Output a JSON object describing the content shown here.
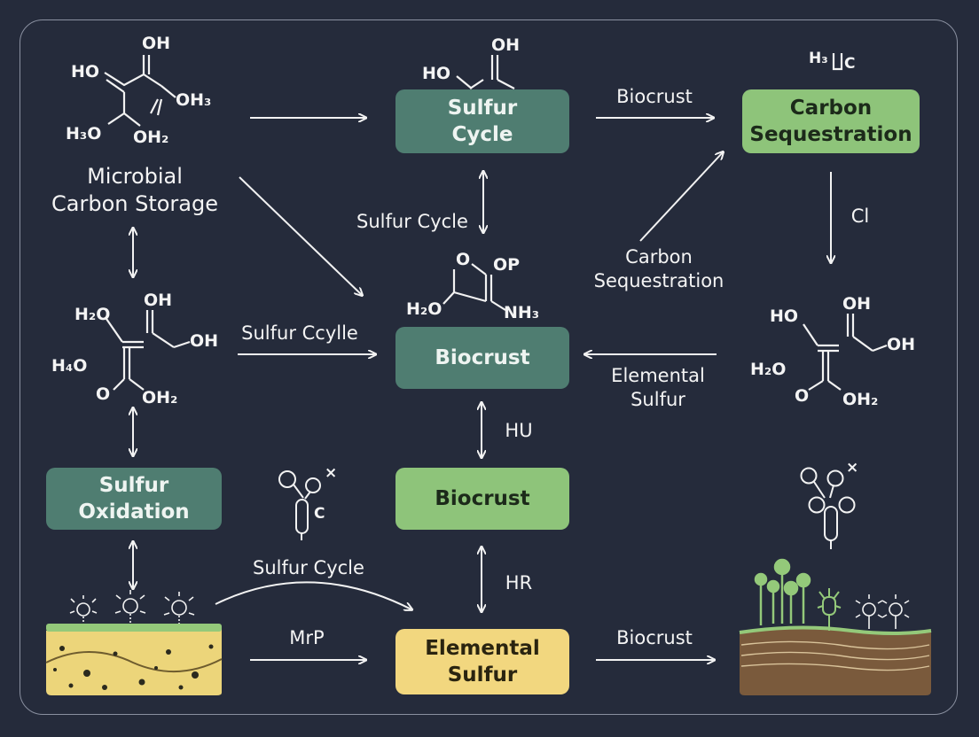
{
  "nodes": {
    "sulfur_cycle": "Sulfur\nCycle",
    "carbon_sequestration": "Carbon\nSequestration",
    "biocrust_mid": "Biocrust",
    "biocrust_low": "Biocrust",
    "sulfur_oxidation": "Sulfur\nOxidation",
    "elemental_sulfur": "Elemental\nSulfur",
    "microbial_carbon_storage": "Microbial\nCarbon Storage"
  },
  "edges": {
    "top_right": "Biocrust",
    "sulfur_cycle_vertical": "Sulfur Cycle",
    "carbon_seq_diagonal": "Carbon\nSequestration",
    "cl": "Cl",
    "sulfur_ccylle": "Sulfur Ccylle",
    "elemental_sulfur_left": "Elemental\nSulfur",
    "hu": "HU",
    "hr": "HR",
    "sulfur_cycle_curve": "Sulfur Cycle",
    "mrp": "MrP",
    "bottom_right": "Biocrust"
  },
  "molecules": {
    "top_left": [
      "OH",
      "HO",
      "OH₃",
      "H₃O",
      "OH₂"
    ],
    "top_center": [
      "OH",
      "HO"
    ],
    "top_right": [
      "H₃",
      "C"
    ],
    "center": [
      "O",
      "OP",
      "H₂O",
      "NH₃"
    ],
    "mid_left": [
      "H₂O",
      "OH",
      "OH",
      "H₄O",
      "O",
      "OH₂"
    ],
    "mid_right": [
      "HO",
      "OH",
      "OH",
      "H₂O",
      "O",
      "OH₂"
    ],
    "microbe_center": [
      "×",
      "C"
    ],
    "microbe_right": [
      "×"
    ]
  },
  "colors": {
    "background": "#252b3b",
    "teal": "#4f7d71",
    "light_green": "#8ec47a",
    "yellow": "#f2d77f"
  }
}
